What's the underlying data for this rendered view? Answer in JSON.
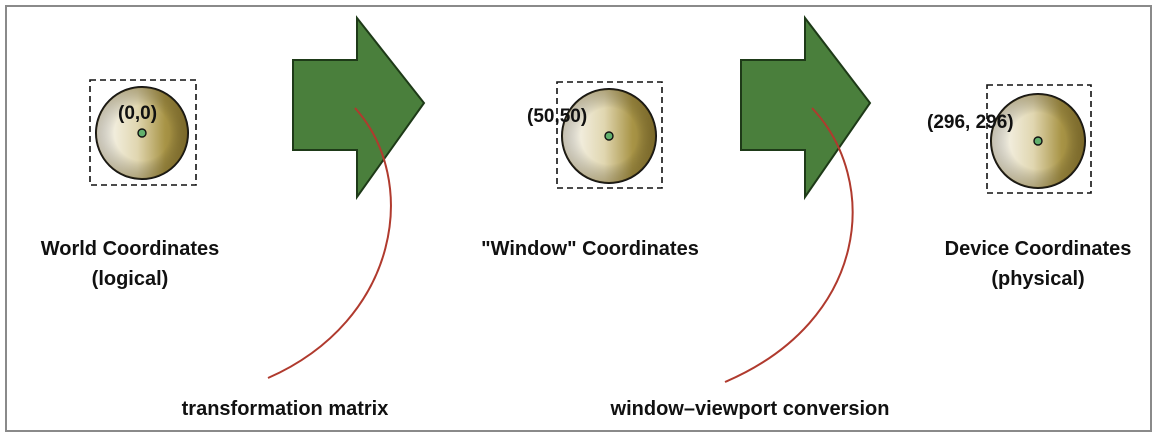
{
  "colors": {
    "arrow_fill": "#4a7f3c",
    "arrow_stroke": "#1e3a18",
    "curve": "#b03a2e",
    "disc_dark": "#8e7a33",
    "disc_light": "#ffffff",
    "origin_dot": "#62b06d",
    "frame_border": "#8a8a8a"
  },
  "stages": [
    {
      "title_line1": "World Coordinates",
      "title_line2": "(logical)",
      "origin_label": "(0,0)"
    },
    {
      "title_line1": "\"Window\" Coordinates",
      "title_line2": "",
      "origin_label": "(50,50)"
    },
    {
      "title_line1": "Device Coordinates",
      "title_line2": "(physical)",
      "origin_label": "(296, 296)"
    }
  ],
  "transforms": [
    {
      "label": "transformation matrix"
    },
    {
      "label": "window–viewport conversion"
    }
  ]
}
